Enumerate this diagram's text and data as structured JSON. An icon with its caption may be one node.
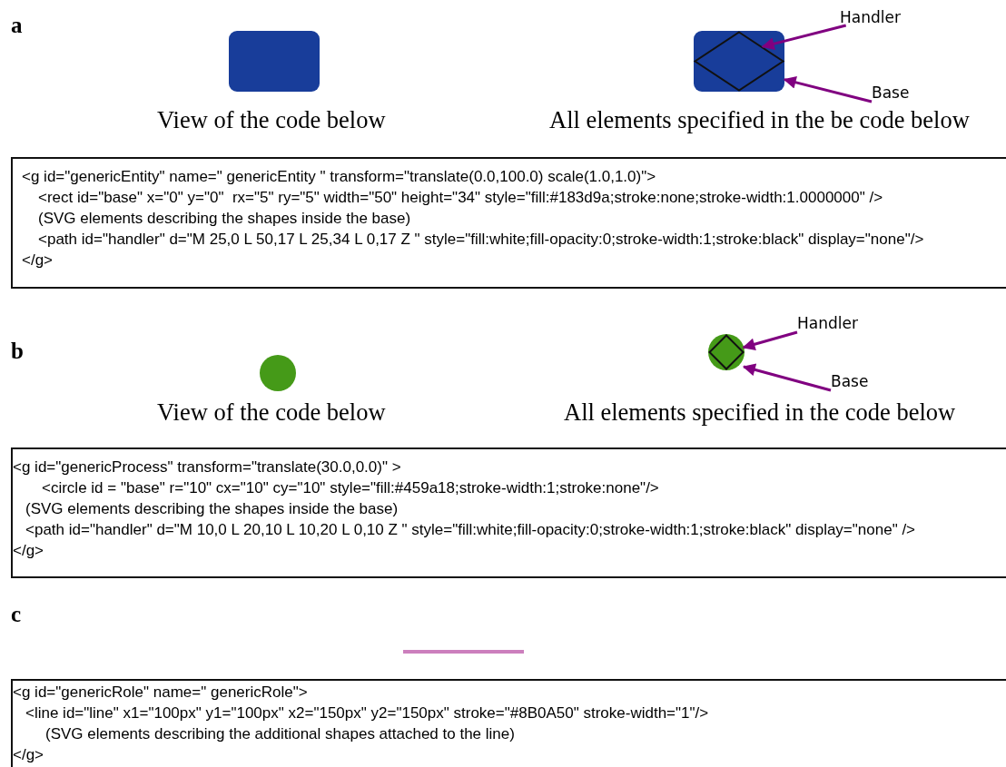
{
  "diagram": {
    "nodes": [
      {
        "text": [
          "Handler"
        ]
      },
      {
        "text": [],
        "shape": "box"
      },
      {
        "text": [],
        "shape": "diamond",
        "in": 1
      },
      {
        "text": [
          "Base"
        ]
      },
      {
        "text": [
          "Handler"
        ]
      },
      {
        "text": [],
        "shape": "circle"
      },
      {
        "text": [],
        "shape": "diamond",
        "in": 5
      },
      {
        "text": [
          "Base"
        ]
      }
    ],
    "edges": [
      {
        "from": 0,
        "to": 2,
        "arrow": "to"
      },
      {
        "from": 3,
        "to": 1,
        "arrow": "to"
      },
      {
        "from": 4,
        "to": 6,
        "arrow": "to"
      },
      {
        "from": 7,
        "to": 5,
        "arrow": "to"
      }
    ],
    "labels": [
      "a",
      "View of the code below",
      "All elements specified in the be code below",
      "<g id=\"genericEntity\" name=\" genericEntity \" transform=\"translate(0.0,100.0) scale(1.0,1.0)\">",
      "<rect id=\"base\" x=\"0\" y=\"0\"  rx=\"5\" ry=\"5\" width=\"50\" height=\"34\" style=\"fill:#183d9a;stroke:none;stroke-width:1.0000000\" />",
      "(SVG elements describing the shapes inside the base)",
      "<path id=\"handler\" d=\"M 25,0 L 50,17 L 25,34 L 0,17 Z \" style=\"fill:white;fill-opacity:0;stroke-width:1;stroke:black\" display=\"none\"/>",
      "</g>",
      "b",
      "View of the code below",
      "All elements specified in the code below",
      "<g id=\"genericProcess\" transform=\"translate(30.0,0.0)\" >",
      "<circle id = \"base\" r=\"10\" cx=\"10\" cy=\"10\" style=\"fill:#459a18;stroke-width:1;stroke:none\"/>",
      "(SVG elements describing the shapes inside the base)",
      "<path id=\"handler\" d=\"M 10,0 L 20,10 L 10,20 L 0,10 Z \" style=\"fill:white;fill-opacity:0;stroke-width:1;stroke:black\" display=\"none\" />",
      "</g>",
      "c",
      "<g id=\"genericRole\" name=\" genericRole\">",
      "<line id=\"line\" x1=\"100px\" y1=\"100px\" x2=\"150px\" y2=\"150px\" stroke=\"#8B0A50\" stroke-width=\"1\"/>",
      "(SVG elements describing the additional shapes attached to the line)",
      "</g>"
    ]
  }
}
